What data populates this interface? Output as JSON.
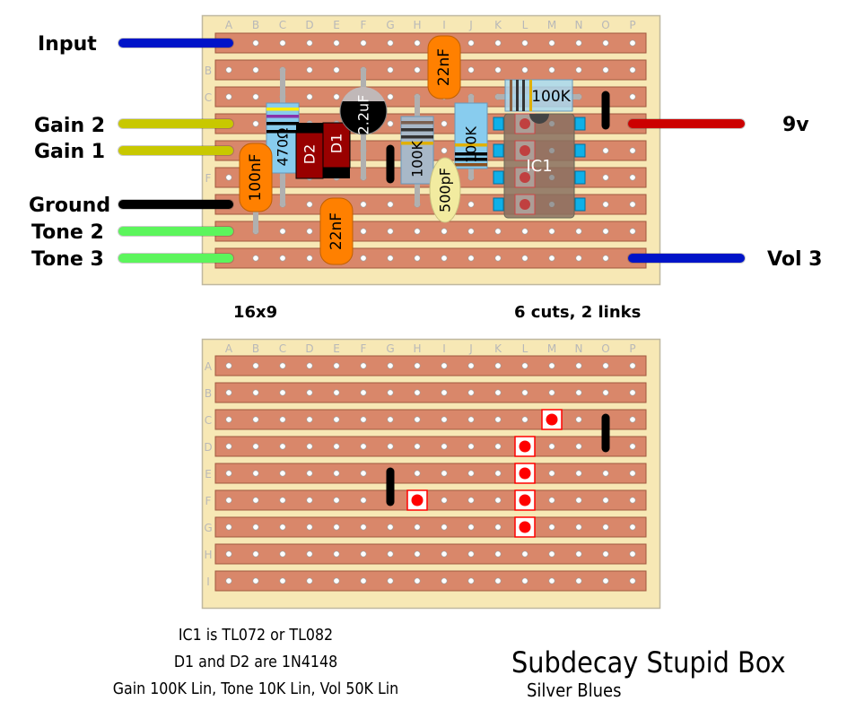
{
  "board": {
    "columns": [
      "A",
      "B",
      "C",
      "D",
      "E",
      "F",
      "G",
      "H",
      "I",
      "J",
      "K",
      "L",
      "M",
      "N",
      "O",
      "P"
    ],
    "rows": [
      "A",
      "B",
      "C",
      "D",
      "E",
      "F",
      "G",
      "H",
      "I"
    ],
    "colors": {
      "board": "#f7e8b5",
      "strip": "#d9876a",
      "strip_border": "#a0583f",
      "hole": "#ffffff",
      "axis_label": "#b8b8b8",
      "cut": "#ff0000"
    }
  },
  "wires": {
    "left": [
      {
        "label": "Input",
        "row": "A",
        "color": "#0014c8"
      },
      {
        "label": "Gain 2",
        "row": "D",
        "color": "#c8c800"
      },
      {
        "label": "Gain 1",
        "row": "E",
        "color": "#c8c800"
      },
      {
        "label": "Ground",
        "row": "G",
        "color": "#000000"
      },
      {
        "label": "Tone 2",
        "row": "H",
        "color": "#5cf55c"
      },
      {
        "label": "Tone 3",
        "row": "I",
        "color": "#5cf55c"
      }
    ],
    "right": [
      {
        "label": "9v",
        "row": "D",
        "color": "#cc0000"
      },
      {
        "label": "Vol 3",
        "row": "I",
        "color": "#0014c8"
      }
    ]
  },
  "components": {
    "c_22nf_top": {
      "label": "22nF",
      "type": "capacitor-film",
      "color": "#ff8000"
    },
    "c_22nf_bottom": {
      "label": "22nF",
      "type": "capacitor-film",
      "color": "#ff8000"
    },
    "c_100nf": {
      "label": "100nF",
      "type": "capacitor-film",
      "color": "#ff8000"
    },
    "c_2u2": {
      "label": "2.2uF",
      "type": "capacitor-electrolytic",
      "color": "#000000"
    },
    "c_500pf": {
      "label": "500pF",
      "type": "capacitor-ceramic",
      "color": "#f2eba0"
    },
    "r_470": {
      "label": "470Ω",
      "type": "resistor"
    },
    "r_100k_h": {
      "label": "100K",
      "type": "resistor"
    },
    "r_100k_j": {
      "label": "100K",
      "type": "resistor"
    },
    "r_100k_top": {
      "label": "100K",
      "type": "resistor"
    },
    "d1": {
      "label": "D1",
      "type": "diode",
      "color": "#990000"
    },
    "d2": {
      "label": "D2",
      "type": "diode",
      "color": "#990000"
    },
    "ic1": {
      "label": "IC1",
      "type": "ic-dip8"
    }
  },
  "cuts": [
    {
      "col": "M",
      "row": "C"
    },
    {
      "col": "L",
      "row": "D"
    },
    {
      "col": "L",
      "row": "E"
    },
    {
      "col": "H",
      "row": "F"
    },
    {
      "col": "L",
      "row": "F"
    },
    {
      "col": "L",
      "row": "G"
    }
  ],
  "links": [
    {
      "col": "O",
      "from": "C",
      "to": "D"
    },
    {
      "col": "G",
      "from": "E",
      "to": "F"
    }
  ],
  "captions": {
    "size": "16x9",
    "cuts_links": "6 cuts, 2 links"
  },
  "notes": [
    "IC1 is TL072 or TL082",
    "D1 and D2 are 1N4148",
    "Gain 100K Lin, Tone 10K Lin, Vol 50K Lin"
  ],
  "title": "Subdecay Stupid Box",
  "subtitle": "Silver Blues"
}
